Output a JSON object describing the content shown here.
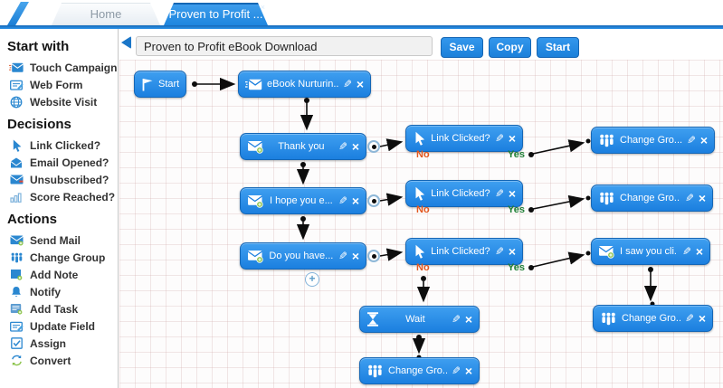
{
  "tabs": {
    "home": {
      "label": "Home"
    },
    "active": {
      "label": "Proven to Profit ..."
    }
  },
  "toolbar": {
    "campaign_name": "Proven to Profit eBook Download",
    "save_label": "Save",
    "copy_label": "Copy",
    "start_label": "Start"
  },
  "sidebar": {
    "sections": [
      {
        "title": "Start with",
        "items": [
          {
            "label": "Touch Campaign",
            "icon": "touch-campaign-icon"
          },
          {
            "label": "Web Form",
            "icon": "web-form-icon"
          },
          {
            "label": "Website Visit",
            "icon": "website-visit-icon"
          }
        ]
      },
      {
        "title": "Decisions",
        "items": [
          {
            "label": "Link Clicked?",
            "icon": "link-clicked-icon"
          },
          {
            "label": "Email Opened?",
            "icon": "email-opened-icon"
          },
          {
            "label": "Unsubscribed?",
            "icon": "unsubscribed-icon"
          },
          {
            "label": "Score Reached?",
            "icon": "score-reached-icon"
          }
        ]
      },
      {
        "title": "Actions",
        "items": [
          {
            "label": "Send Mail",
            "icon": "send-mail-icon"
          },
          {
            "label": "Change Group",
            "icon": "change-group-icon"
          },
          {
            "label": "Add Note",
            "icon": "add-note-icon"
          },
          {
            "label": "Notify",
            "icon": "notify-icon"
          },
          {
            "label": "Add Task",
            "icon": "add-task-icon"
          },
          {
            "label": "Update Field",
            "icon": "update-field-icon"
          },
          {
            "label": "Assign",
            "icon": "assign-icon"
          },
          {
            "label": "Convert",
            "icon": "convert-icon"
          }
        ]
      }
    ]
  },
  "canvas": {
    "nodes": {
      "start": {
        "label": "Start",
        "icon": "flag-node-icon"
      },
      "ebook": {
        "label": "eBook Nurturin...",
        "icon": "send-mail-node-icon"
      },
      "thankyou": {
        "label": "Thank you",
        "icon": "mail-plus-node-icon"
      },
      "ihope": {
        "label": "I hope you e...",
        "icon": "mail-plus-node-icon"
      },
      "doyou": {
        "label": "Do you have...",
        "icon": "mail-plus-node-icon"
      },
      "lc1": {
        "label": "Link Clicked?",
        "icon": "cursor-node-icon"
      },
      "lc2": {
        "label": "Link Clicked?",
        "icon": "cursor-node-icon"
      },
      "lc3": {
        "label": "Link Clicked?",
        "icon": "cursor-node-icon"
      },
      "cg1": {
        "label": "Change Gro...",
        "icon": "group-node-icon"
      },
      "cg2": {
        "label": "Change Gro...",
        "icon": "group-node-icon"
      },
      "isaw": {
        "label": "I saw you cli...",
        "icon": "mail-plus-node-icon"
      },
      "wait": {
        "label": "Wait",
        "icon": "hourglass-node-icon"
      },
      "cg3": {
        "label": "Change Gro...",
        "icon": "group-node-icon"
      },
      "cg4": {
        "label": "Change Gro...",
        "icon": "group-node-icon"
      }
    },
    "labels": {
      "no": "No",
      "yes": "Yes"
    }
  },
  "icons": {
    "edit_glyph": "✎",
    "close_glyph": "×",
    "plus_glyph": "+"
  },
  "colors": {
    "accent_blue": "#1e86df",
    "node_blue": "#1b7fdf",
    "no_orange": "#e2571f",
    "yes_green": "#1e7e34"
  }
}
